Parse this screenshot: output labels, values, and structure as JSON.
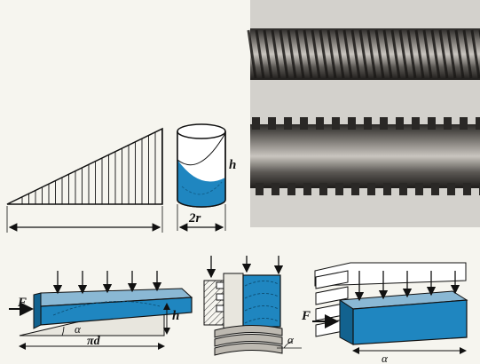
{
  "colors": {
    "paper": "#f6f5ef",
    "blue": "#1f86c0",
    "blue_dark": "#12628f",
    "ink": "#111111",
    "photo_bg": "#d3d1cc",
    "metal_dark": "#3a3835",
    "metal_light": "#8a8680"
  },
  "labels": {
    "cylinder_height": "h",
    "cylinder_circumference": "2r",
    "wedge_force": "F",
    "wedge_height": "h",
    "wedge_angle": "α",
    "wedge_length": "πd",
    "screw_angle": "α",
    "thread_force": "F",
    "thread_angle": "α"
  }
}
